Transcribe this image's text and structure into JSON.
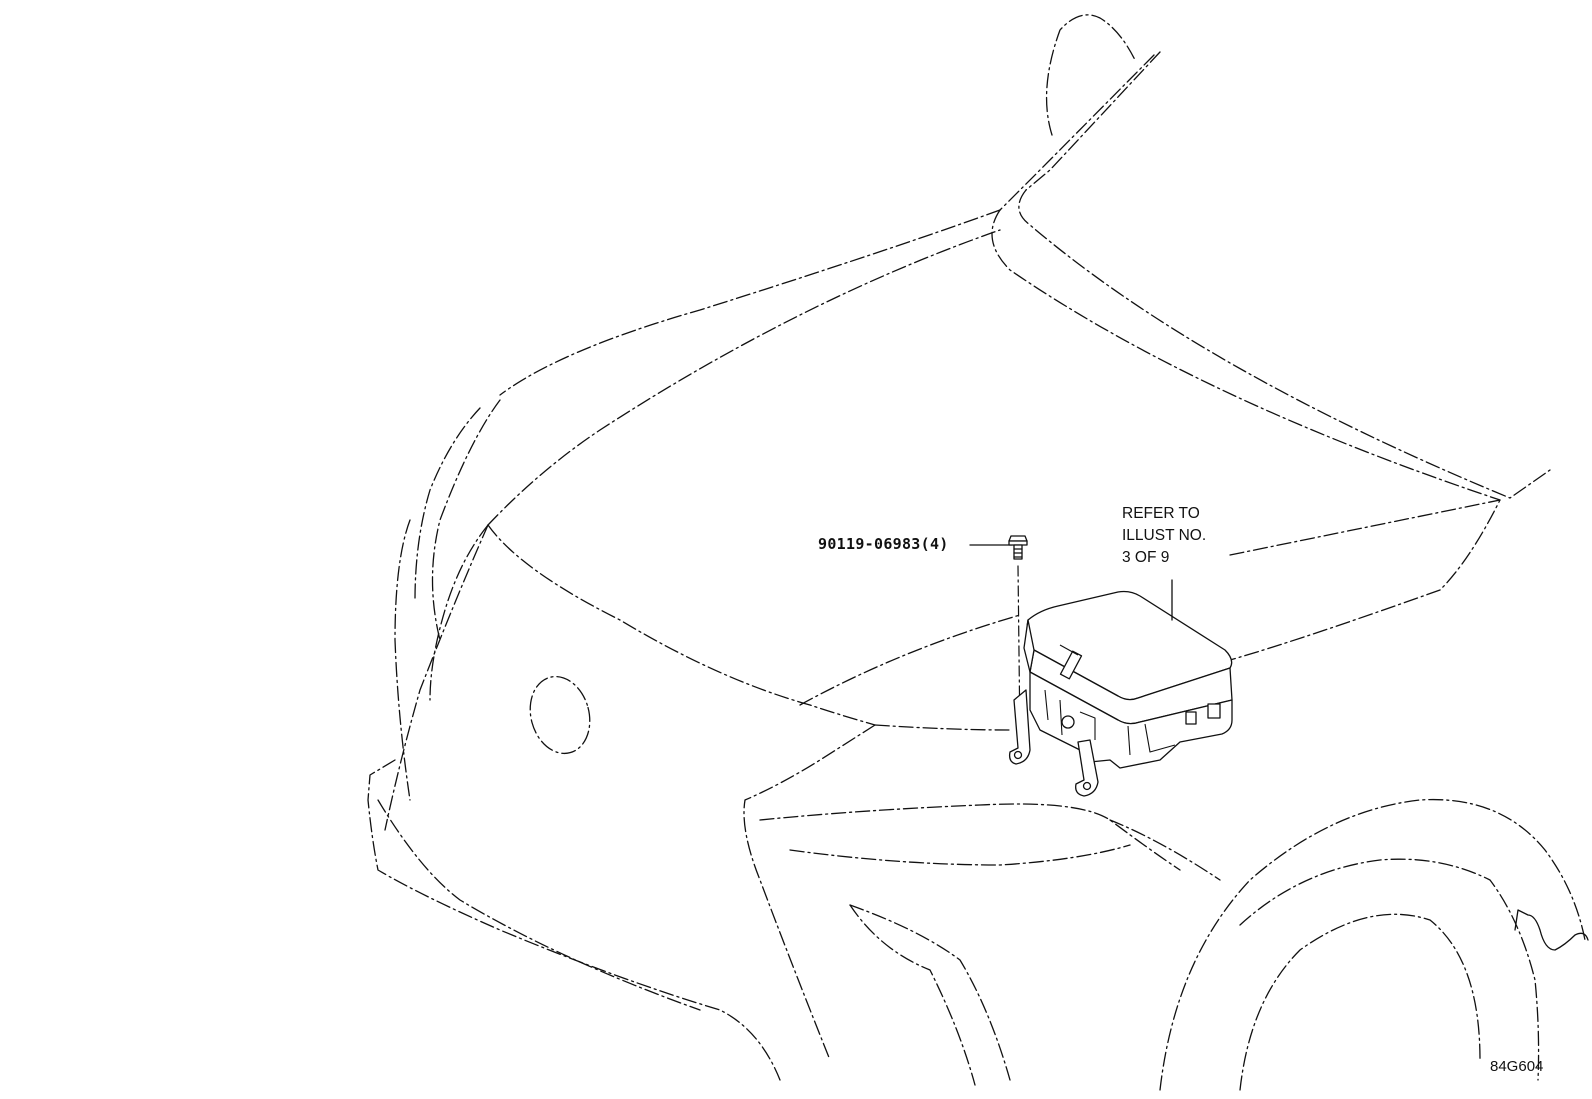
{
  "callouts": {
    "bolt_part_number": "90119-06983(4)",
    "refer_to": [
      "REFER TO",
      "ILLUST NO.",
      "3 OF 9"
    ]
  },
  "illustration_id": "84G604"
}
